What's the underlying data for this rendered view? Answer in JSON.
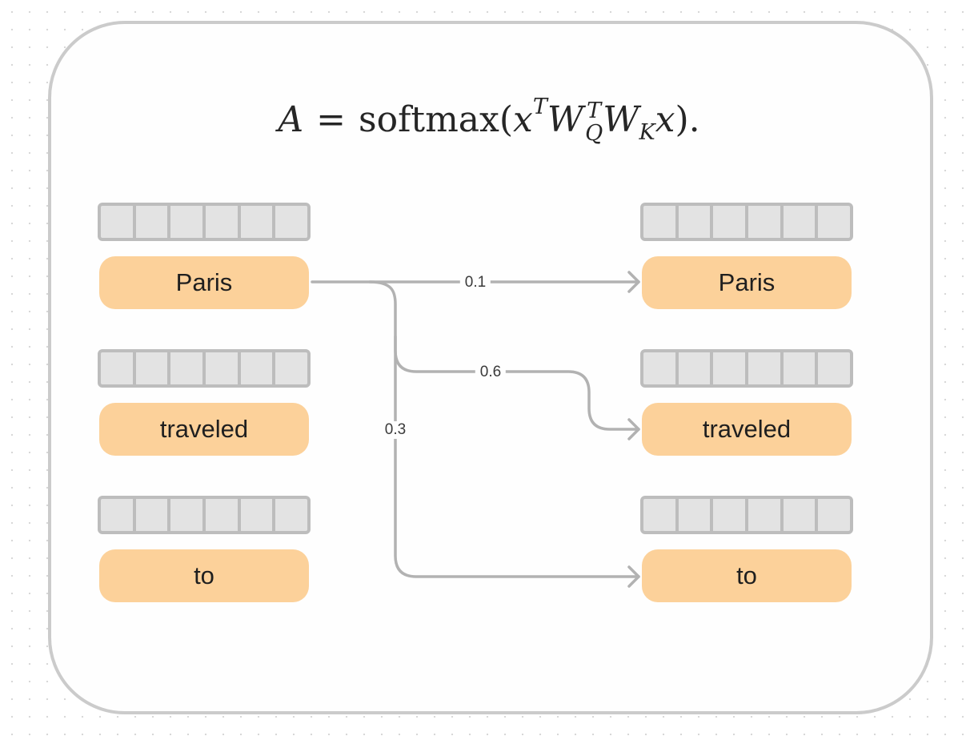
{
  "formula": {
    "lhs": "A",
    "equals": "=",
    "func": "softmax(",
    "x1": "x",
    "sup_T": "T",
    "W1": "W",
    "W1_sup": "T",
    "W1_sub": "Q",
    "W2": "W",
    "W2_sub": "K",
    "x2": "x",
    "close": ")."
  },
  "inputs": [
    {
      "label": "Paris"
    },
    {
      "label": "traveled"
    },
    {
      "label": "to"
    }
  ],
  "outputs": [
    {
      "label": "Paris"
    },
    {
      "label": "traveled"
    },
    {
      "label": "to"
    }
  ],
  "weights": [
    {
      "from": "Paris",
      "to": "Paris",
      "value": "0.1"
    },
    {
      "from": "Paris",
      "to": "traveled",
      "value": "0.6"
    },
    {
      "from": "Paris",
      "to": "to",
      "value": "0.3"
    }
  ],
  "colors": {
    "token_fill": "#fcd19a",
    "vector_fill": "#e3e3e3",
    "vector_border": "#bdbdbd",
    "arrow": "#b2b2b2",
    "frame_border": "#cbcbcb"
  }
}
